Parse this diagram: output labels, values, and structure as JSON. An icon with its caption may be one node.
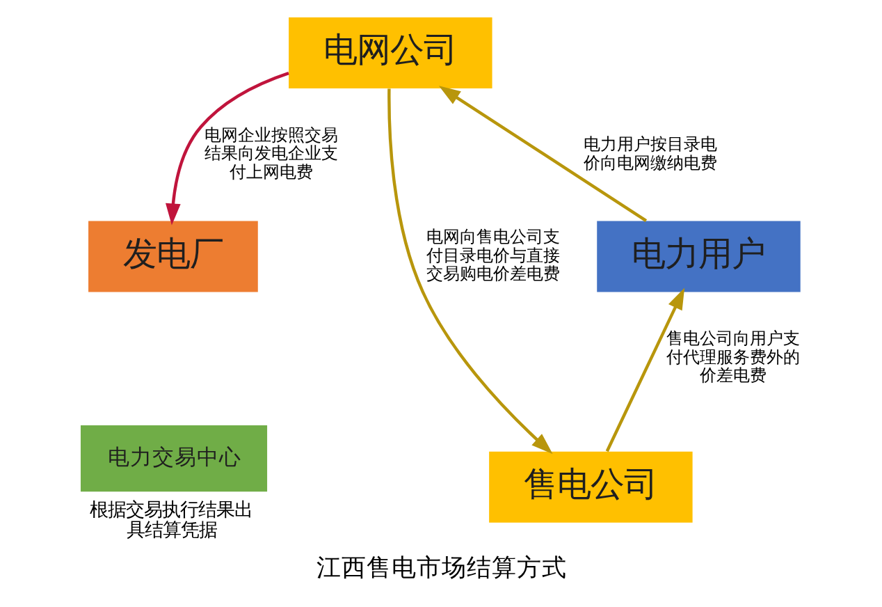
{
  "diagram": {
    "caption": "江西售电市场结算方式",
    "nodes": [
      {
        "text": [
          "电网公司"
        ]
      },
      {
        "text": [
          "发电厂"
        ]
      },
      {
        "text": [
          "电力用户"
        ]
      },
      {
        "text": [
          "电力交易中心"
        ],
        "beside": [
          "根据交易执行结果出具结算凭据"
        ]
      },
      {
        "text": [
          "售电公司"
        ]
      }
    ],
    "edges": [
      {
        "from": 0,
        "to": 1,
        "arrow": "to",
        "label": "电网企业按照交易结果向发电企业支付上网电费",
        "color": "#c0143c"
      },
      {
        "from": 0,
        "to": 4,
        "arrow": "to",
        "label": "电网向售电公司支付目录电价与直接交易购电价差电费"
      },
      {
        "from": 2,
        "to": 0,
        "arrow": "to",
        "label": "电力用户按目录电价向电网缴纳电费"
      },
      {
        "from": 4,
        "to": 2,
        "arrow": "to",
        "label": "售电公司向用户支付代理服务费外的价差电费"
      }
    ]
  }
}
